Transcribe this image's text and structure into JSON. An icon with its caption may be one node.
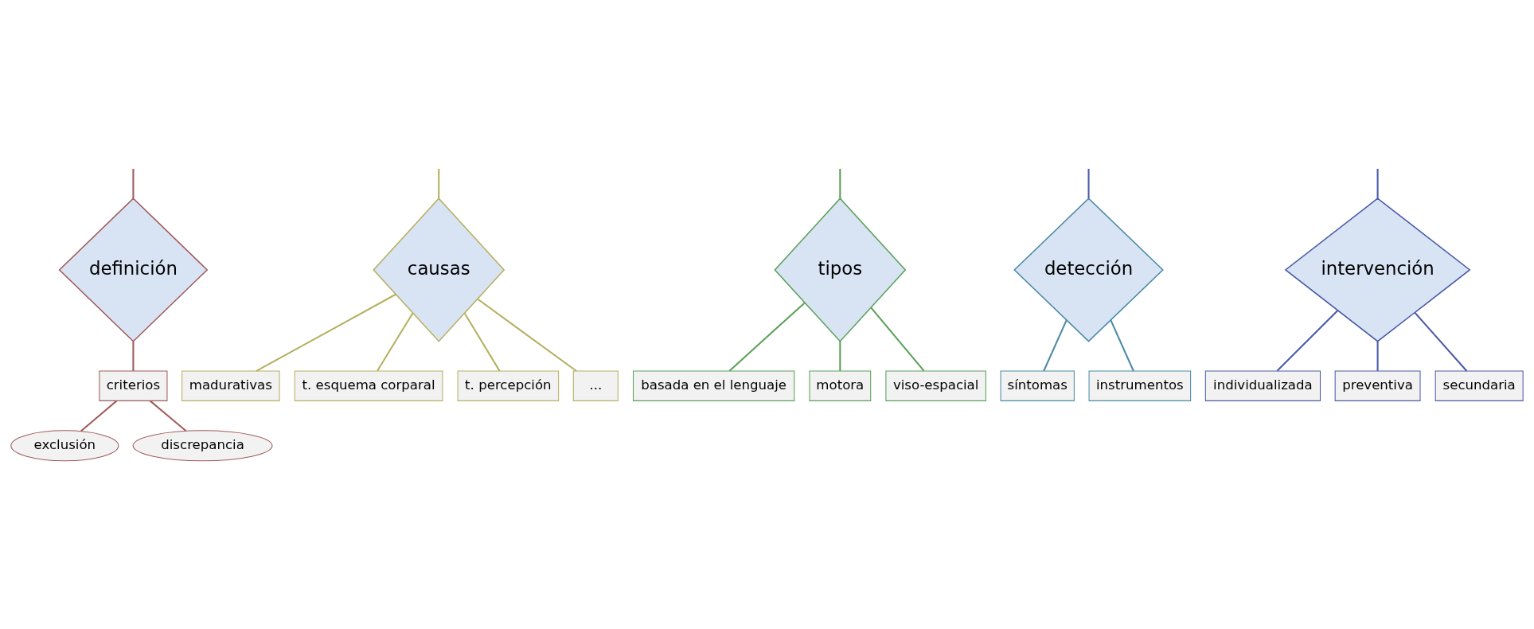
{
  "diagram": {
    "nodes": [
      {
        "text": [
          "definición"
        ]
      },
      {
        "text": [
          "criterios"
        ]
      },
      {
        "text": [
          "exclusión"
        ]
      },
      {
        "text": [
          "discrepancia"
        ]
      },
      {
        "text": [
          "causas"
        ]
      },
      {
        "text": [
          "madurativas"
        ]
      },
      {
        "text": [
          "t. esquema corparal"
        ]
      },
      {
        "text": [
          "t. percepción"
        ]
      },
      {
        "text": [
          "..."
        ]
      },
      {
        "text": [
          "tipos"
        ]
      },
      {
        "text": [
          "basada en el lenguaje"
        ]
      },
      {
        "text": [
          "motora"
        ]
      },
      {
        "text": [
          "viso-espacial"
        ]
      },
      {
        "text": [
          "detección"
        ]
      },
      {
        "text": [
          "síntomas"
        ]
      },
      {
        "text": [
          "instrumentos"
        ]
      },
      {
        "text": [
          "intervención"
        ]
      },
      {
        "text": [
          "individualizada"
        ]
      },
      {
        "text": [
          "preventiva"
        ]
      },
      {
        "text": [
          "secundaria"
        ]
      }
    ],
    "edges": [
      {
        "from": null,
        "to": 0,
        "arrow": "none",
        "color": "#a05a5a"
      },
      {
        "from": null,
        "to": 4,
        "arrow": "none",
        "color": "#b5b060"
      },
      {
        "from": null,
        "to": 9,
        "arrow": "none",
        "color": "#5aa05a"
      },
      {
        "from": null,
        "to": 13,
        "arrow": "none",
        "color": "#4a5aa8"
      },
      {
        "from": null,
        "to": 16,
        "arrow": "none",
        "color": "#4a5aa8"
      },
      {
        "from": 0,
        "to": 1,
        "arrow": "none",
        "color": "#a05a5a"
      },
      {
        "from": 1,
        "to": 2,
        "arrow": "none",
        "color": "#a05a5a"
      },
      {
        "from": 1,
        "to": 3,
        "arrow": "none",
        "color": "#a05a5a"
      },
      {
        "from": 4,
        "to": 5,
        "arrow": "none",
        "color": "#b5b060"
      },
      {
        "from": 4,
        "to": 6,
        "arrow": "none",
        "color": "#b5b060"
      },
      {
        "from": 4,
        "to": 7,
        "arrow": "none",
        "color": "#b5b060"
      },
      {
        "from": 4,
        "to": 8,
        "arrow": "none",
        "color": "#b5b060"
      },
      {
        "from": 9,
        "to": 10,
        "arrow": "none",
        "color": "#5aa05a"
      },
      {
        "from": 9,
        "to": 11,
        "arrow": "none",
        "color": "#5aa05a"
      },
      {
        "from": 9,
        "to": 12,
        "arrow": "none",
        "color": "#5aa05a"
      },
      {
        "from": 13,
        "to": 14,
        "arrow": "none",
        "color": "#4a8aa8"
      },
      {
        "from": 13,
        "to": 15,
        "arrow": "none",
        "color": "#4a8aa8"
      },
      {
        "from": 16,
        "to": 17,
        "arrow": "none",
        "color": "#4a5aa8"
      },
      {
        "from": 16,
        "to": 18,
        "arrow": "none",
        "color": "#4a5aa8"
      },
      {
        "from": 16,
        "to": 19,
        "arrow": "none",
        "color": "#4a5aa8"
      }
    ]
  }
}
